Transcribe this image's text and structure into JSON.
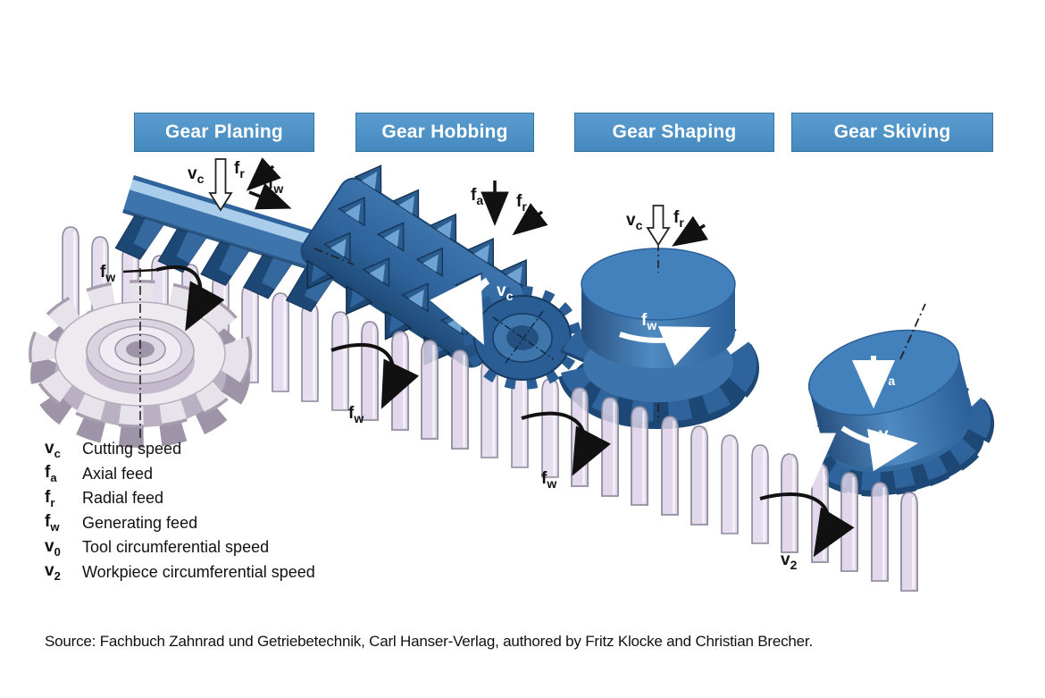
{
  "headers": [
    {
      "label": "Gear Planing"
    },
    {
      "label": "Gear Hobbing"
    },
    {
      "label": "Gear Shaping"
    },
    {
      "label": "Gear Skiving"
    }
  ],
  "symbols": {
    "vc": {
      "main": "v",
      "sub": "c"
    },
    "fa": {
      "main": "f",
      "sub": "a"
    },
    "fr": {
      "main": "f",
      "sub": "r"
    },
    "fw": {
      "main": "f",
      "sub": "w"
    },
    "v0": {
      "main": "v",
      "sub": "0"
    },
    "v2": {
      "main": "v",
      "sub": "2"
    }
  },
  "legend": {
    "items": [
      {
        "sym_main": "v",
        "sym_sub": "c",
        "desc": "Cutting speed"
      },
      {
        "sym_main": "f",
        "sym_sub": "a",
        "desc": "Axial feed"
      },
      {
        "sym_main": "f",
        "sym_sub": "r",
        "desc": "Radial feed"
      },
      {
        "sym_main": "f",
        "sym_sub": "w",
        "desc": "Generating feed"
      },
      {
        "sym_main": "v",
        "sym_sub": "0",
        "desc": "Tool circumferential speed"
      },
      {
        "sym_main": "v",
        "sym_sub": "2",
        "desc": "Workpiece circumferential speed"
      }
    ]
  },
  "source": {
    "text": "Source: Fachbuch Zahnrad und Getriebetechnik, Carl Hanser-Verlag, authored by Fritz Klocke and Christian Brecher."
  },
  "colors": {
    "header_blue": "#4e93c8",
    "tool_blue": "#3c74ab",
    "tool_dark": "#1d4875",
    "tool_light": "#6ea3d4",
    "rack_lavender": "#ded4e8",
    "steel_silver": "#eceaf0"
  }
}
